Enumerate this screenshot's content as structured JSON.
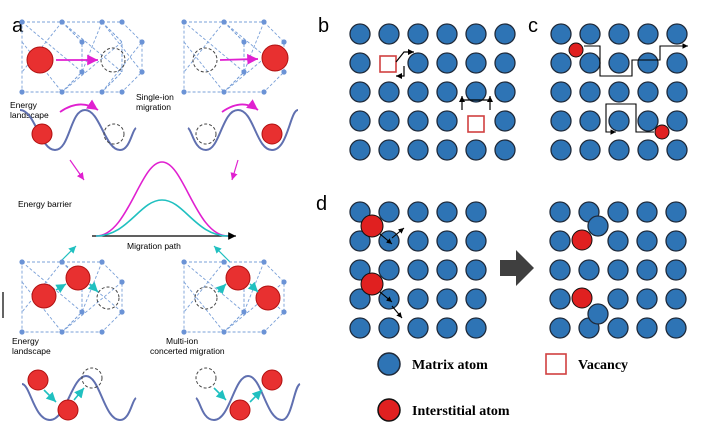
{
  "panels": {
    "a": "a",
    "b": "b",
    "c": "c",
    "d": "d"
  },
  "panel_a": {
    "energy_landscape_top": [
      "Energy",
      "landscape"
    ],
    "single_ion": [
      "Single-ion",
      "migration"
    ],
    "energy_barrier": "Energy barrier",
    "migration_path": "Migration path",
    "energy_landscape_bottom": [
      "Energy",
      "landscape"
    ],
    "multi_ion": [
      "Multi-ion",
      "concerted migration"
    ]
  },
  "legend": {
    "matrix_atom": "Matrix atom",
    "vacancy": "Vacancy",
    "interstitial_atom": "Interstitial atom"
  },
  "colors": {
    "matrix": "#2e74b5",
    "matrix_stroke": "#1f2a3a",
    "interstitial": "#e02020",
    "vacancy": "#d04040",
    "magenta": "#e020d0",
    "cyan": "#20c0c0",
    "lattice": "#7aa0d8",
    "wave": "#6070b0"
  }
}
